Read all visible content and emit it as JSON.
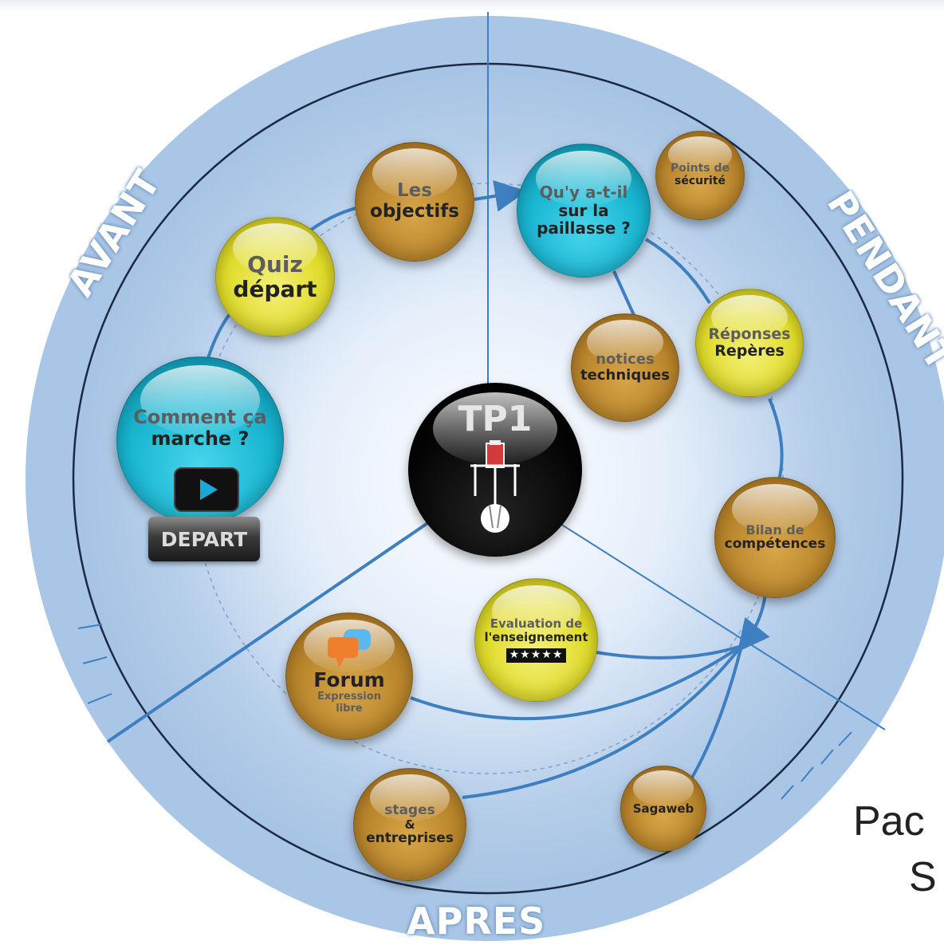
{
  "section_labels": {
    "before": "AVANT",
    "during": "PENDANT",
    "after": "APRES"
  },
  "center": {
    "label": "TP1",
    "icon": "lab-apparatus-icon"
  },
  "nodes": {
    "comment_ca_marche": {
      "line1": "Comment ça",
      "line2": "marche ?",
      "button": "DEPART",
      "icon": "play-icon"
    },
    "quiz": {
      "line1": "Quiz",
      "line2": "départ"
    },
    "objectifs": {
      "line1": "Les",
      "line2": "objectifs"
    },
    "paillasse": {
      "line1": "Qu'y a-t-il",
      "line2": "sur la",
      "line3": "paillasse ?"
    },
    "points_securite": {
      "line1": "Points de",
      "line2": "sécurité"
    },
    "notices": {
      "line1": "notices",
      "line2": "techniques"
    },
    "reponses": {
      "line1": "Réponses",
      "line2": "Repères"
    },
    "bilan": {
      "line1": "Bilan de",
      "line2": "compétences"
    },
    "evaluation": {
      "line1": "Evaluation de",
      "line2": "l'enseignement",
      "stars": "★★★★★",
      "icon": "rating-stars-icon"
    },
    "forum": {
      "line1": "Forum",
      "line2": "Expression",
      "line3": "libre",
      "icon": "chat-bubbles-icon"
    },
    "stages": {
      "line1": "stages",
      "line2": "&",
      "line3": "entreprises"
    },
    "sagaweb": {
      "line1": "Sagaweb"
    }
  },
  "cropped_text": {
    "line1": "Pac",
    "line2": "S"
  },
  "colors": {
    "ring_outer": "#a9c6e6",
    "ring_inner_light": "#ffffff",
    "accent_line": "#3d7fc0",
    "border_line": "#1a2a44",
    "gold": "#b8842b",
    "yellow": "#dfdb2a",
    "cyan": "#17b3cf"
  }
}
